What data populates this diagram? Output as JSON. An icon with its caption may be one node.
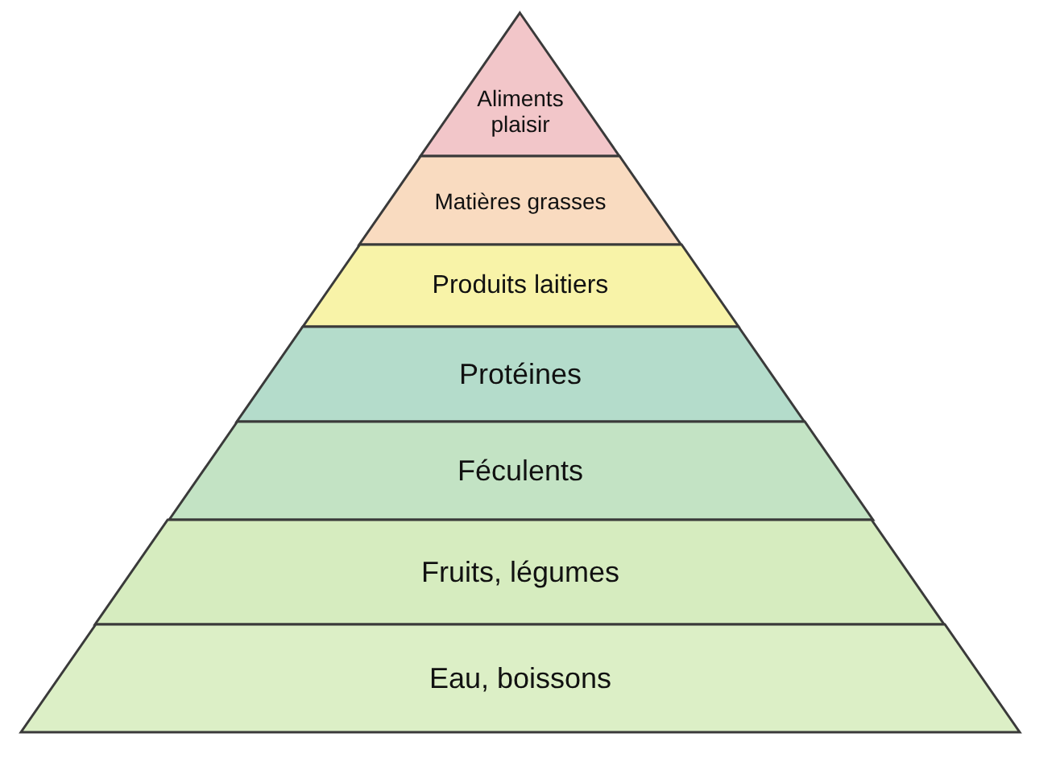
{
  "diagram": {
    "nodes": [
      {
        "text": [
          "Aliments plaisir"
        ]
      },
      {
        "text": [
          "Matières grasses"
        ]
      },
      {
        "text": [
          "Produits laitiers"
        ]
      },
      {
        "text": [
          "Protéines"
        ]
      },
      {
        "text": [
          "Féculents"
        ]
      },
      {
        "text": [
          "Fruits, légumes"
        ]
      },
      {
        "text": [
          "Eau, boissons"
        ]
      }
    ]
  }
}
